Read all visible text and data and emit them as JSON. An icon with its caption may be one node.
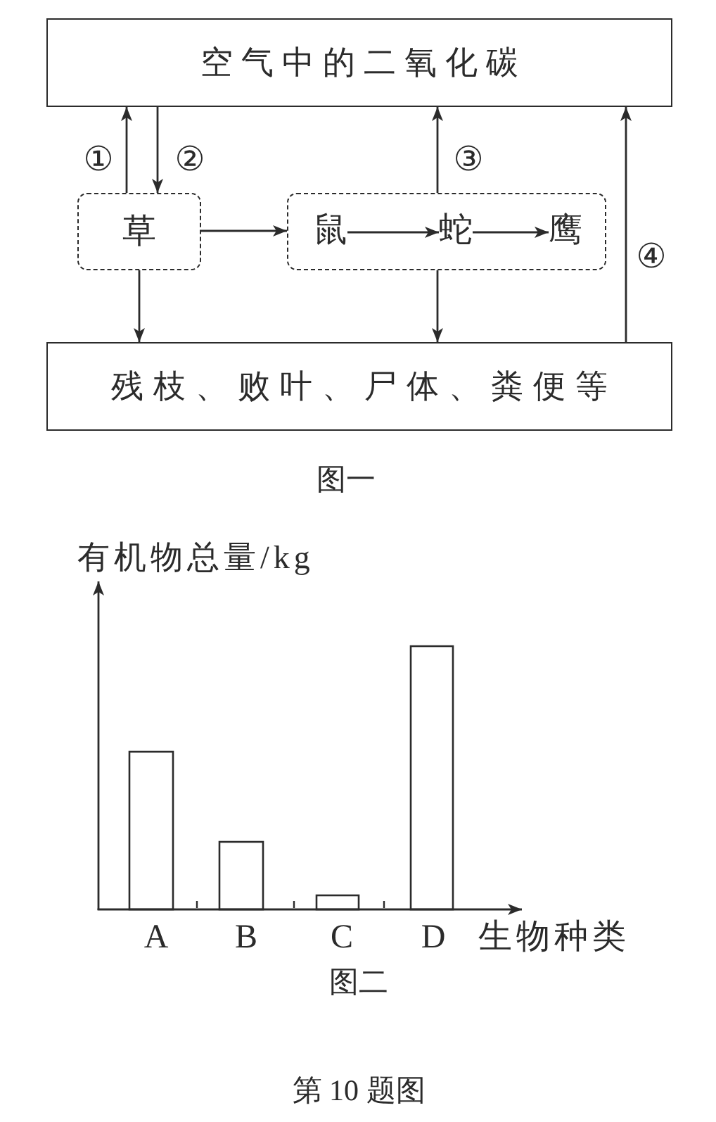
{
  "diagram": {
    "caption": "第 10 题图",
    "nodes": [
      {
        "text": [
          "空气中的二氧化碳"
        ]
      },
      {
        "text": [
          "草"
        ]
      },
      {
        "text": [],
        "shape": "box"
      },
      {
        "text": [
          "鼠"
        ],
        "in": 2
      },
      {
        "text": [
          "蛇"
        ],
        "in": 2
      },
      {
        "text": [
          "鹰"
        ],
        "in": 2
      },
      {
        "text": [
          "残枝、败叶、尸体、粪便等"
        ]
      }
    ],
    "edges": [
      {
        "from": 1,
        "to": 0,
        "arrow": "to",
        "label": "①"
      },
      {
        "from": 0,
        "to": 1,
        "arrow": "to",
        "label": "②"
      },
      {
        "from": 2,
        "to": 0,
        "arrow": "to",
        "label": "③"
      },
      {
        "from": 1,
        "to": 2,
        "arrow": "to"
      },
      {
        "from": 3,
        "to": 4,
        "arrow": "to"
      },
      {
        "from": 4,
        "to": 5,
        "arrow": "to"
      },
      {
        "from": 1,
        "to": 6,
        "arrow": "to"
      },
      {
        "from": 2,
        "to": 6,
        "arrow": "to"
      },
      {
        "from": 6,
        "to": 0,
        "arrow": "to",
        "label": "④"
      }
    ],
    "labels": [
      "图一",
      "有机物总量/kg",
      "A",
      "B",
      "C",
      "D",
      "生物种类",
      "图二"
    ]
  }
}
